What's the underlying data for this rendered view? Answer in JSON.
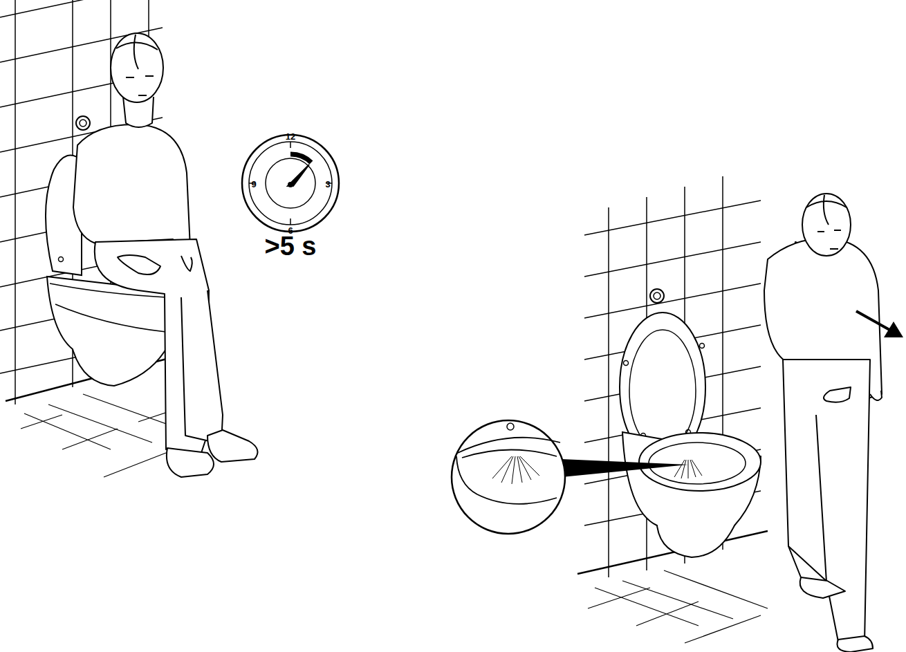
{
  "diagram": {
    "labels": [
      ">5 s",
      "12",
      "3",
      "6",
      "9"
    ]
  }
}
